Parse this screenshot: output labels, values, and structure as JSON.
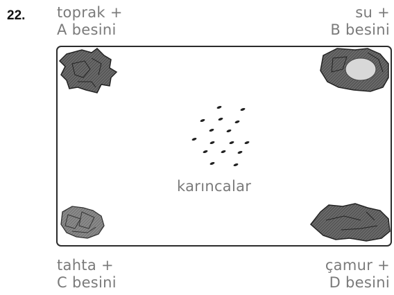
{
  "question_number": "22.",
  "corners": {
    "top_left": {
      "line1": "toprak +",
      "line2": "A besini",
      "icon": "soil-clump-icon"
    },
    "top_right": {
      "line1": "su +",
      "line2": "B besini",
      "icon": "water-rock-icon"
    },
    "bottom_left": {
      "line1": "tahta +",
      "line2": "C besini",
      "icon": "wood-chips-icon"
    },
    "bottom_right": {
      "line1": "çamur +",
      "line2": "D besini",
      "icon": "mud-icon"
    }
  },
  "center_label": "karıncalar",
  "ant_count": 16,
  "colors": {
    "text": "#7a7a7a",
    "frame": "#2b2b2b",
    "ants": "#222222",
    "clumps": "#555555"
  }
}
